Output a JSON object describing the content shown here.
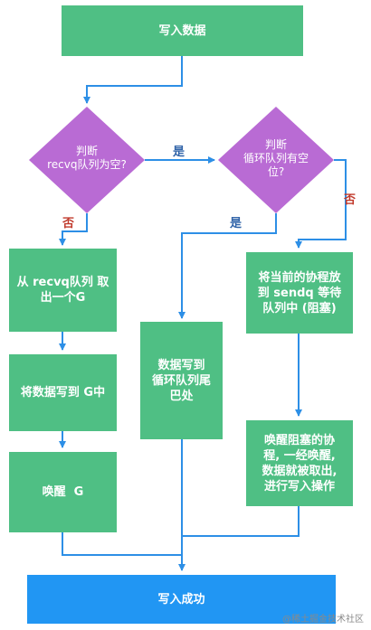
{
  "nodes": {
    "write_data": "写入数据",
    "decision_recvq": "判断\nrecvq队列为空?",
    "decision_buffer": "判断\n循环队列有空\n位?",
    "take_g": "从 recvq队列 取\n出一个G",
    "write_to_g": "将数据写到 G中",
    "wake_g": "唤醒  G",
    "write_tail": "数据写到\n循环队列尾\n巴处",
    "enqueue_sendq": "将当前的协程放\n到 sendq 等待\n队列中 (阻塞)",
    "wake_blocked": "唤醒阻塞的协\n程, 一经唤醒,\n数据就被取出,\n进行写入操作",
    "write_success": "写入成功"
  },
  "edge_labels": {
    "recvq_yes": "是",
    "recvq_no": "否",
    "buffer_yes": "是",
    "buffer_no": "否"
  },
  "watermark": "@稀土掘金技术社区",
  "colors": {
    "green": "#4fbf84",
    "purple": "#b96bd4",
    "blue": "#2196f3",
    "arrow": "#2d8fe6"
  }
}
